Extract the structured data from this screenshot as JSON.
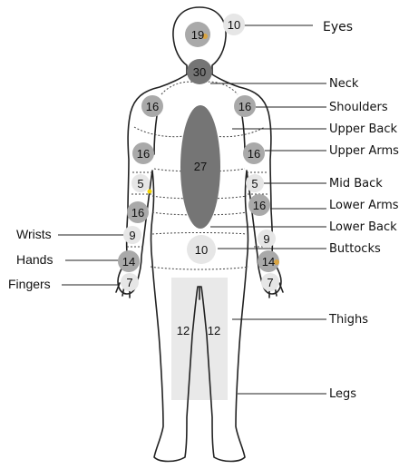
{
  "labels": {
    "eyes": "Eyes",
    "neck": "Neck",
    "shoulders": "Shoulders",
    "upper_back": "Upper Back",
    "upper_arms": "Upper Arms",
    "mid_back": "Mid Back",
    "lower_arms": "Lower Arms",
    "lower_back": "Lower Back",
    "buttocks": "Buttocks",
    "thighs": "Thighs",
    "legs": "Legs",
    "wrists": "Wrists",
    "hands": "Hands",
    "fingers": "Fingers"
  },
  "values": {
    "eyes_marker": "10",
    "head": "19",
    "neck": "30",
    "shoulder_left": "16",
    "shoulder_right": "16",
    "back": "27",
    "upper_arm_left": "16",
    "upper_arm_right": "16",
    "mid_arm_left": "5",
    "mid_arm_right": "5",
    "lower_arm_left": "16",
    "lower_arm_right": "16",
    "wrist_left": "9",
    "wrist_right": "9",
    "buttocks": "10",
    "hand_left": "14",
    "hand_right": "14",
    "finger_left": "7",
    "finger_right": "7",
    "thigh_left": "12",
    "thigh_right": "12"
  },
  "colors": {
    "outline": "#222222",
    "dark_marker": "#757575",
    "mid_marker": "#a9a9a9",
    "light_marker": "#e6e6e6",
    "highlight_rect": "#e9e9e9",
    "accent_orange": "#d9a441",
    "accent_yellow": "#f2d200"
  }
}
